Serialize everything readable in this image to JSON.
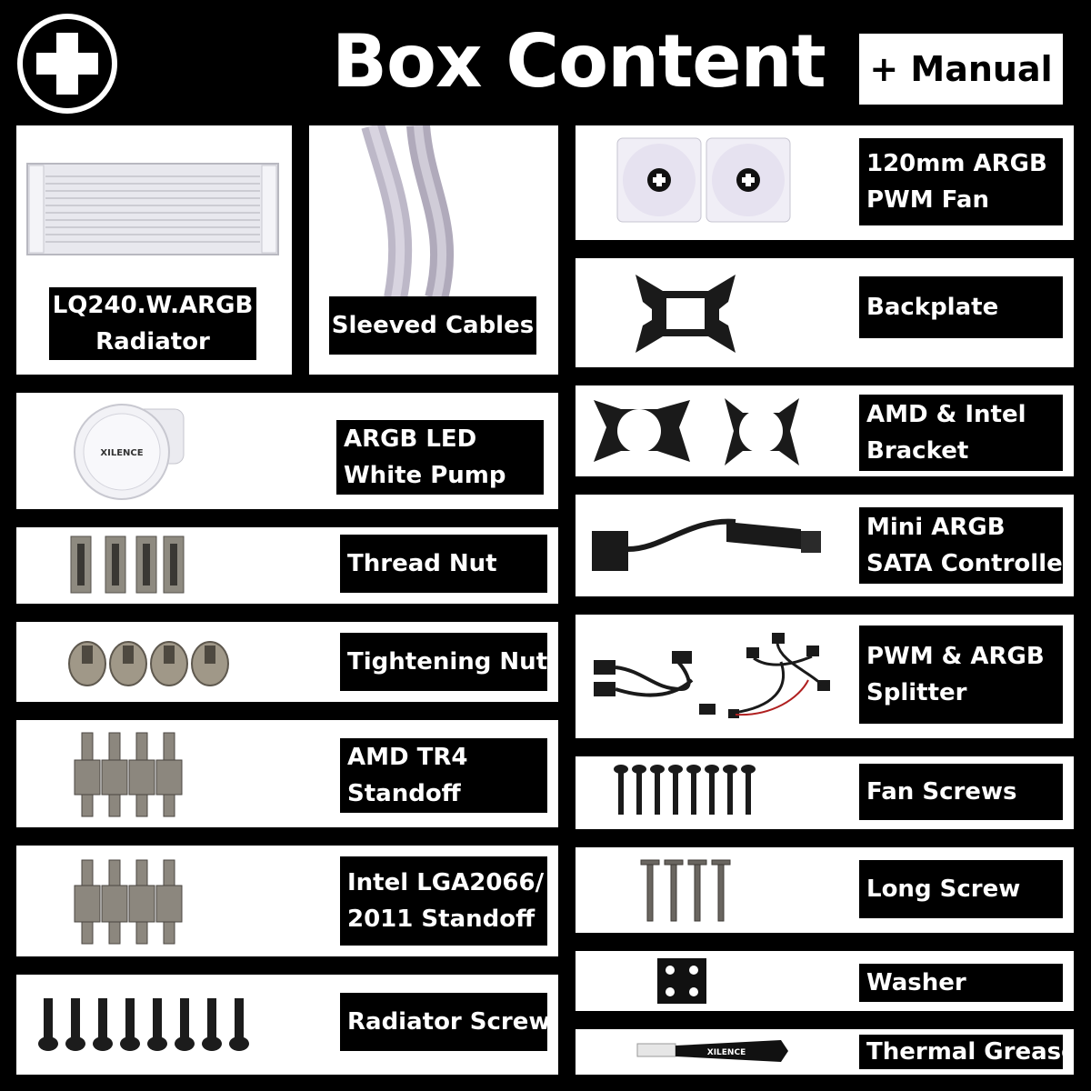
{
  "header": {
    "title": "Box Content",
    "extra": "+ Manual"
  },
  "items": {
    "radiator": {
      "line1": "LQ240.W.ARGB",
      "line2": "Radiator"
    },
    "cables": {
      "line1": "Sleeved Cables"
    },
    "pump": {
      "line1": "ARGB LED",
      "line2": "White Pump",
      "brand": "XILENCE"
    },
    "thread_nut": {
      "line1": "Thread Nut"
    },
    "tightening_nut": {
      "line1": "Tightening Nut"
    },
    "amd_standoff": {
      "line1": "AMD TR4",
      "line2": "Standoff"
    },
    "intel_standoff": {
      "line1": "Intel LGA2066/",
      "line2": "2011 Standoff"
    },
    "radiator_screws": {
      "line1": "Radiator Screws"
    },
    "fan": {
      "line1": "120mm ARGB",
      "line2": "PWM Fan"
    },
    "backplate": {
      "line1": "Backplate"
    },
    "bracket": {
      "line1": "AMD & Intel",
      "line2": "Bracket"
    },
    "controller": {
      "line1": "Mini ARGB",
      "line2": "SATA Controller"
    },
    "splitter": {
      "line1": "PWM & ARGB",
      "line2": "Splitter"
    },
    "fan_screws": {
      "line1": "Fan Screws"
    },
    "long_screw": {
      "line1": "Long Screw"
    },
    "washer": {
      "line1": "Washer"
    },
    "grease": {
      "line1": "Thermal Grease",
      "brand": "XILENCE"
    }
  },
  "colors": {
    "background": "#000000",
    "card": "#ffffff",
    "label": "#000000"
  }
}
